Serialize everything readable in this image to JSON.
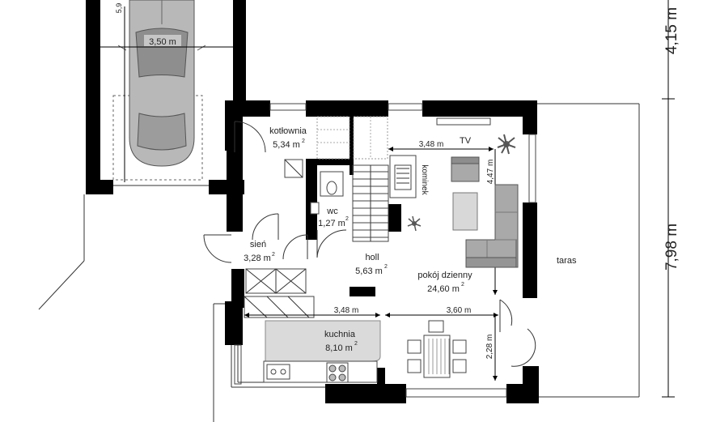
{
  "plan": {
    "rooms": [
      {
        "key": "kotlownia",
        "name": "kotłownia",
        "area": "5,34 m",
        "sup": "2"
      },
      {
        "key": "wc",
        "name": "wc",
        "area": "1,27 m",
        "sup": "2"
      },
      {
        "key": "sien",
        "name": "sień",
        "area": "3,28 m",
        "sup": "2"
      },
      {
        "key": "holl",
        "name": "holl",
        "area": "5,63 m",
        "sup": "2"
      },
      {
        "key": "pokoj",
        "name": "pokój dzienny",
        "area": "24,60 m",
        "sup": "2"
      },
      {
        "key": "kuchnia",
        "name": "kuchnia",
        "area": "8,10 m",
        "sup": "2"
      }
    ],
    "labels": {
      "taras": "taras",
      "tv": "TV",
      "kominek": "kominek"
    },
    "dimensions": {
      "garage_width": "3,50 m",
      "garage_depth": "5,9",
      "living_width": "3,48 m",
      "living_depth": "4,47 m",
      "kitchen_width": "3,48 m",
      "dining_width": "3,60 m",
      "dining_depth": "2,28 m",
      "right_top": "4,15 m",
      "right_main": "7,98 m"
    }
  }
}
